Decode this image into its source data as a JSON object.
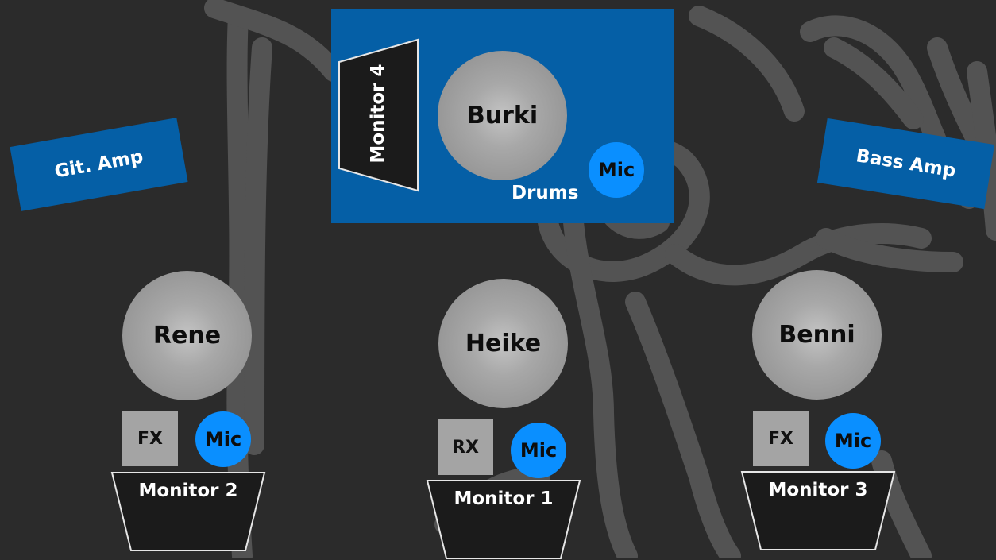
{
  "colors": {
    "background": "#2b2b2b",
    "stage_blue": "#055fa6",
    "mic_blue": "#0a8fff",
    "person_gray": "#a8a8a8",
    "box_gray": "#a4a4a4",
    "monitor_black": "#1b1b1b",
    "monitor_border": "#e6e6e6"
  },
  "drums": {
    "label": "Drums",
    "drummer": "Burki",
    "mic": "Mic",
    "monitor": "Monitor 4"
  },
  "amps": {
    "guitar": "Git. Amp",
    "bass": "Bass Amp"
  },
  "musicians": [
    {
      "name": "Rene",
      "box": "FX",
      "mic": "Mic",
      "monitor": "Monitor 2"
    },
    {
      "name": "Heike",
      "box": "RX",
      "mic": "Mic",
      "monitor": "Monitor 1"
    },
    {
      "name": "Benni",
      "box": "FX",
      "mic": "Mic",
      "monitor": "Monitor 3"
    }
  ]
}
